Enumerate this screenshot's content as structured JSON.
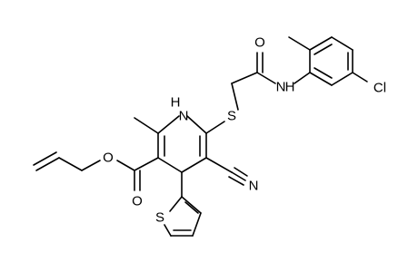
{
  "colors": {
    "background": "#ffffff",
    "bond": "#000000",
    "label": "#000000"
  },
  "atoms": {
    "nh_ring": "H",
    "nh_ring_n": "N",
    "sulfur": "S",
    "amide_o": "O",
    "amide_n": "N",
    "amide_h": "H",
    "chlorine": "Cl",
    "ester_o_single": "O",
    "ester_o_double": "O",
    "nitrile_n": "N",
    "thiophene_s": "S"
  }
}
